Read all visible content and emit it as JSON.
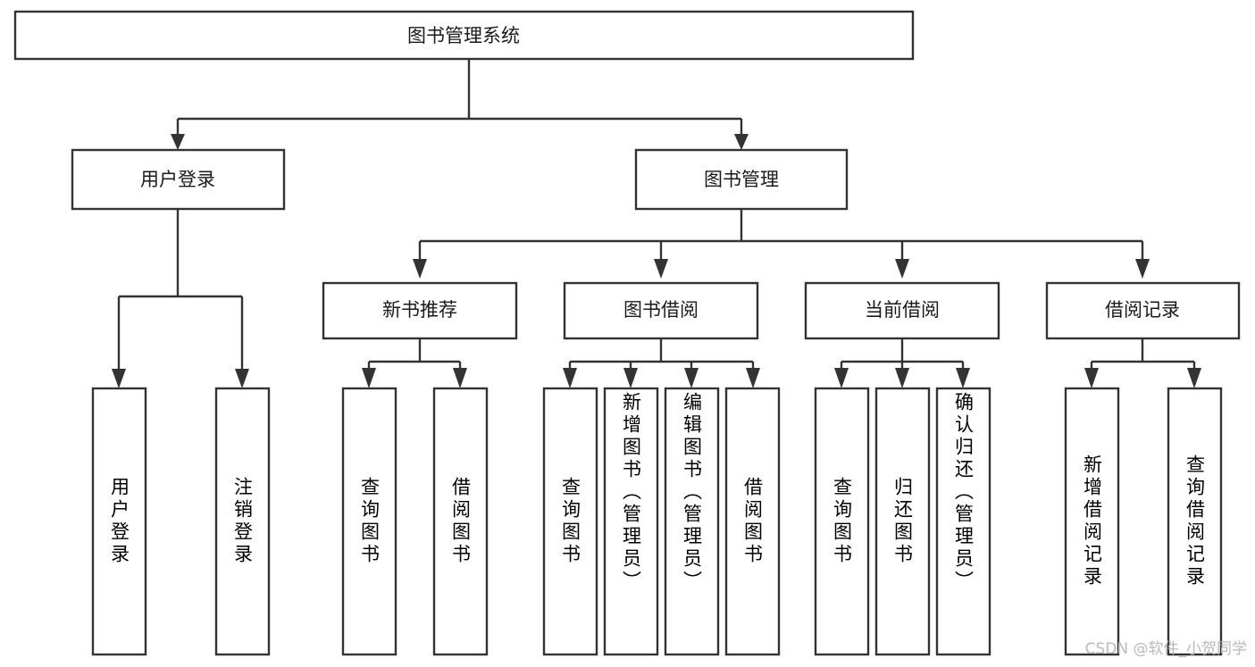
{
  "diagram": {
    "title": "图书管理系统",
    "type": "hierarchy-tree",
    "orientation": "top-down",
    "colors": {
      "box_stroke": "#333333",
      "box_fill": "#ffffff",
      "edge": "#333333",
      "text": "#1a1a1a",
      "watermark": "#b9b9b9",
      "background": "#ffffff"
    },
    "levels": [
      {
        "level": 1,
        "nodes": [
          {
            "id": "root",
            "label": "图书管理系统",
            "orientation": "horizontal"
          }
        ]
      },
      {
        "level": 2,
        "nodes": [
          {
            "id": "user-login",
            "label": "用户登录",
            "orientation": "horizontal",
            "parent": "root"
          },
          {
            "id": "book-manage",
            "label": "图书管理",
            "orientation": "horizontal",
            "parent": "root"
          }
        ]
      },
      {
        "level": 3,
        "nodes": [
          {
            "id": "new-book-rec",
            "label": "新书推荐",
            "orientation": "horizontal",
            "parent": "book-manage"
          },
          {
            "id": "book-borrow",
            "label": "图书借阅",
            "orientation": "horizontal",
            "parent": "book-manage"
          },
          {
            "id": "current-borrow",
            "label": "当前借阅",
            "orientation": "horizontal",
            "parent": "book-manage"
          },
          {
            "id": "borrow-record",
            "label": "借阅记录",
            "orientation": "horizontal",
            "parent": "book-manage"
          }
        ]
      },
      {
        "level": 4,
        "nodes": [
          {
            "id": "leaf-user-login",
            "label": "用户登录",
            "orientation": "vertical",
            "parent": "user-login"
          },
          {
            "id": "leaf-logout",
            "label": "注销登录",
            "orientation": "vertical",
            "parent": "user-login"
          },
          {
            "id": "leaf-query-book-1",
            "label": "查询图书",
            "orientation": "vertical",
            "parent": "new-book-rec"
          },
          {
            "id": "leaf-borrow-book-1",
            "label": "借阅图书",
            "orientation": "vertical",
            "parent": "new-book-rec"
          },
          {
            "id": "leaf-query-book-2",
            "label": "查询图书",
            "orientation": "vertical",
            "parent": "book-borrow"
          },
          {
            "id": "leaf-add-book",
            "label": "新增图书（管理员）",
            "orientation": "vertical",
            "parent": "book-borrow"
          },
          {
            "id": "leaf-edit-book",
            "label": "编辑图书（管理员）",
            "orientation": "vertical",
            "parent": "book-borrow"
          },
          {
            "id": "leaf-borrow-book-2",
            "label": "借阅图书",
            "orientation": "vertical",
            "parent": "book-borrow"
          },
          {
            "id": "leaf-query-book-3",
            "label": "查询图书",
            "orientation": "vertical",
            "parent": "current-borrow"
          },
          {
            "id": "leaf-return-book",
            "label": "归还图书",
            "orientation": "vertical",
            "parent": "current-borrow"
          },
          {
            "id": "leaf-confirm-return",
            "label": "确认归还（管理员）",
            "orientation": "vertical",
            "parent": "current-borrow"
          },
          {
            "id": "leaf-add-record",
            "label": "新增借阅记录",
            "orientation": "vertical",
            "parent": "borrow-record"
          },
          {
            "id": "leaf-query-record",
            "label": "查询借阅记录",
            "orientation": "vertical",
            "parent": "borrow-record"
          }
        ]
      }
    ],
    "watermark": "CSDN @软件_小贺同学"
  }
}
